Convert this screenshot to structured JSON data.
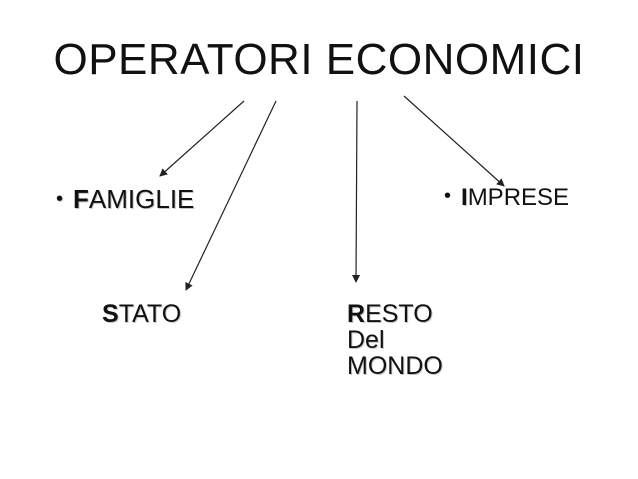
{
  "title": "OPERATORI ECONOMICI",
  "nodes": {
    "famiglie": {
      "bullet": "•",
      "initial": "F",
      "rest": "AMIGLIE"
    },
    "imprese": {
      "bullet": "•",
      "initial": "I",
      "rest": "MPRESE"
    },
    "stato": {
      "initial": "S",
      "rest": "TATO"
    },
    "resto": {
      "initial": "R",
      "rest": "ESTO",
      "line2": "Del",
      "line3": "MONDO"
    }
  },
  "colors": {
    "text": "#111111",
    "arrow": "#222222",
    "shadow": "#c8c8c8"
  }
}
